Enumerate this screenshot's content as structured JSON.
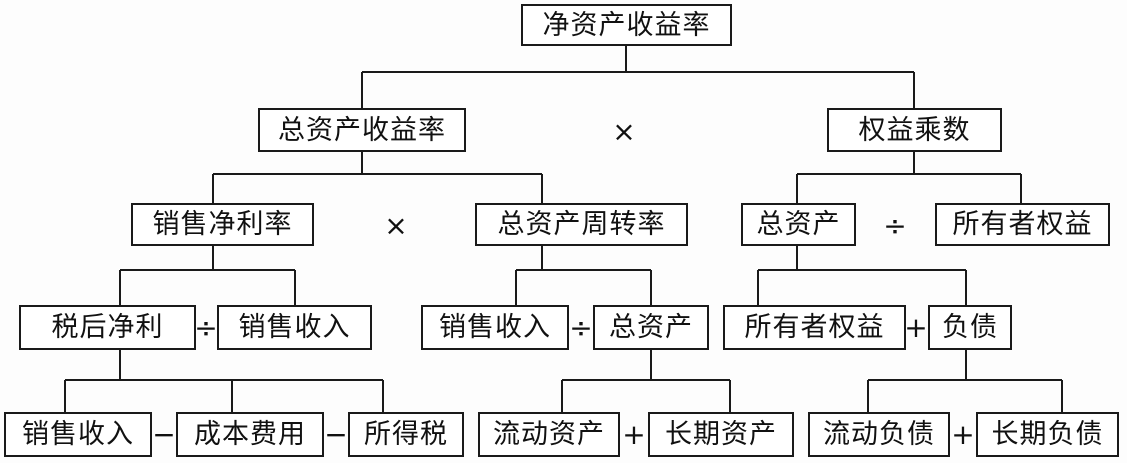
{
  "nodes": {
    "roe": "净资产收益率",
    "roa": "总资产收益率",
    "equity_multiplier": "权益乘数",
    "net_profit_margin": "销售净利率",
    "asset_turnover": "总资产周转率",
    "total_assets_a": "总资产",
    "owners_equity_a": "所有者权益",
    "after_tax_profit": "税后净利",
    "sales_revenue_a": "销售收入",
    "sales_revenue_b": "销售收入",
    "total_assets_b": "总资产",
    "owners_equity_b": "所有者权益",
    "liabilities": "负债",
    "sales_revenue_c": "销售收入",
    "cost_expenses": "成本费用",
    "income_tax": "所得税",
    "current_assets": "流动资产",
    "long_term_assets": "长期资产",
    "current_liabilities": "流动负债",
    "long_term_liabilities": "长期负债"
  },
  "operators": {
    "multiply_top": "×",
    "multiply_mid": "×",
    "divide_assets_equity": "÷",
    "divide_profit_sales": "÷",
    "divide_sales_assets": "÷",
    "plus_equity_liabilities": "+",
    "minus_sales_cost": "−",
    "minus_cost_tax": "−",
    "plus_current_long_assets": "+",
    "plus_current_long_liabilities": "+"
  }
}
